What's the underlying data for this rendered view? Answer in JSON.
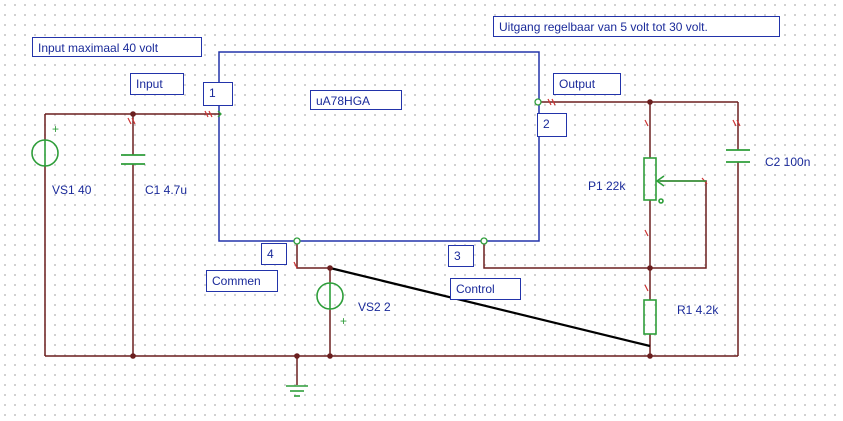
{
  "notes": {
    "input_max": "Input maximaal 40 volt",
    "output_range": "Uitgang regelbaar van 5 volt tot 30 volt."
  },
  "ic": {
    "name": "uA78HGA",
    "pins": {
      "input_label": "Input",
      "input_number": "1",
      "output_label": "Output",
      "output_number": "2",
      "control_label": "Control",
      "control_number": "3",
      "common_label": "Commen",
      "common_number": "4"
    }
  },
  "components": {
    "vs1": "VS1 40",
    "c1": "C1 4.7u",
    "vs2": "VS2 2",
    "p1": "P1 22k",
    "r1": "R1 4.2k",
    "c2": "C2 100n"
  },
  "symbols": {
    "plus": "+"
  },
  "colors": {
    "wire": "#6b1f1f",
    "component": "#2e9e3a",
    "label": "#1a2a9a",
    "frame": "#2233aa",
    "pin_marker": "#cc3333",
    "jumper": "#000000"
  }
}
